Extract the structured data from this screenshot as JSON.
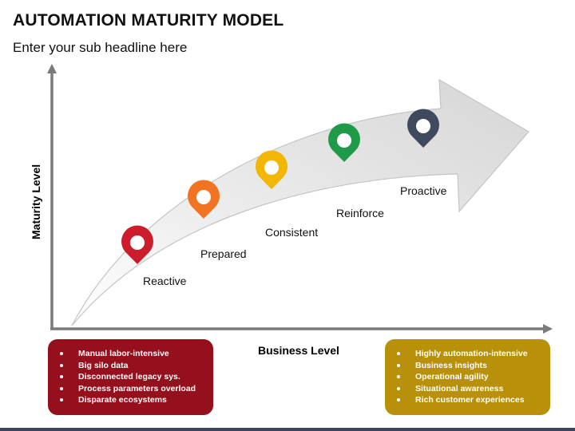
{
  "header": {
    "title": "AUTOMATION MATURITY MODEL",
    "subtitle": "Enter your sub headline here"
  },
  "axes": {
    "y_label": "Maturity Level",
    "x_label": "Business Level"
  },
  "stages": [
    {
      "label": "Reactive",
      "color": "#cc1d2c"
    },
    {
      "label": "Prepared",
      "color": "#f27321"
    },
    {
      "label": "Consistent",
      "color": "#f2b705"
    },
    {
      "label": "Reinforce",
      "color": "#1f9a48"
    },
    {
      "label": "Proactive",
      "color": "#3f4a5e"
    }
  ],
  "left_box": {
    "color": "#960f1c",
    "items": [
      "Manual labor-intensive",
      "Big silo data",
      "Disconnected legacy sys.",
      "Process parameters overload",
      "Disparate ecosystems"
    ]
  },
  "right_box": {
    "color": "#b8900a",
    "items": [
      "Highly automation-intensive",
      "Business insights",
      "Operational agility",
      "Situational awareness",
      "Rich customer experiences"
    ]
  }
}
